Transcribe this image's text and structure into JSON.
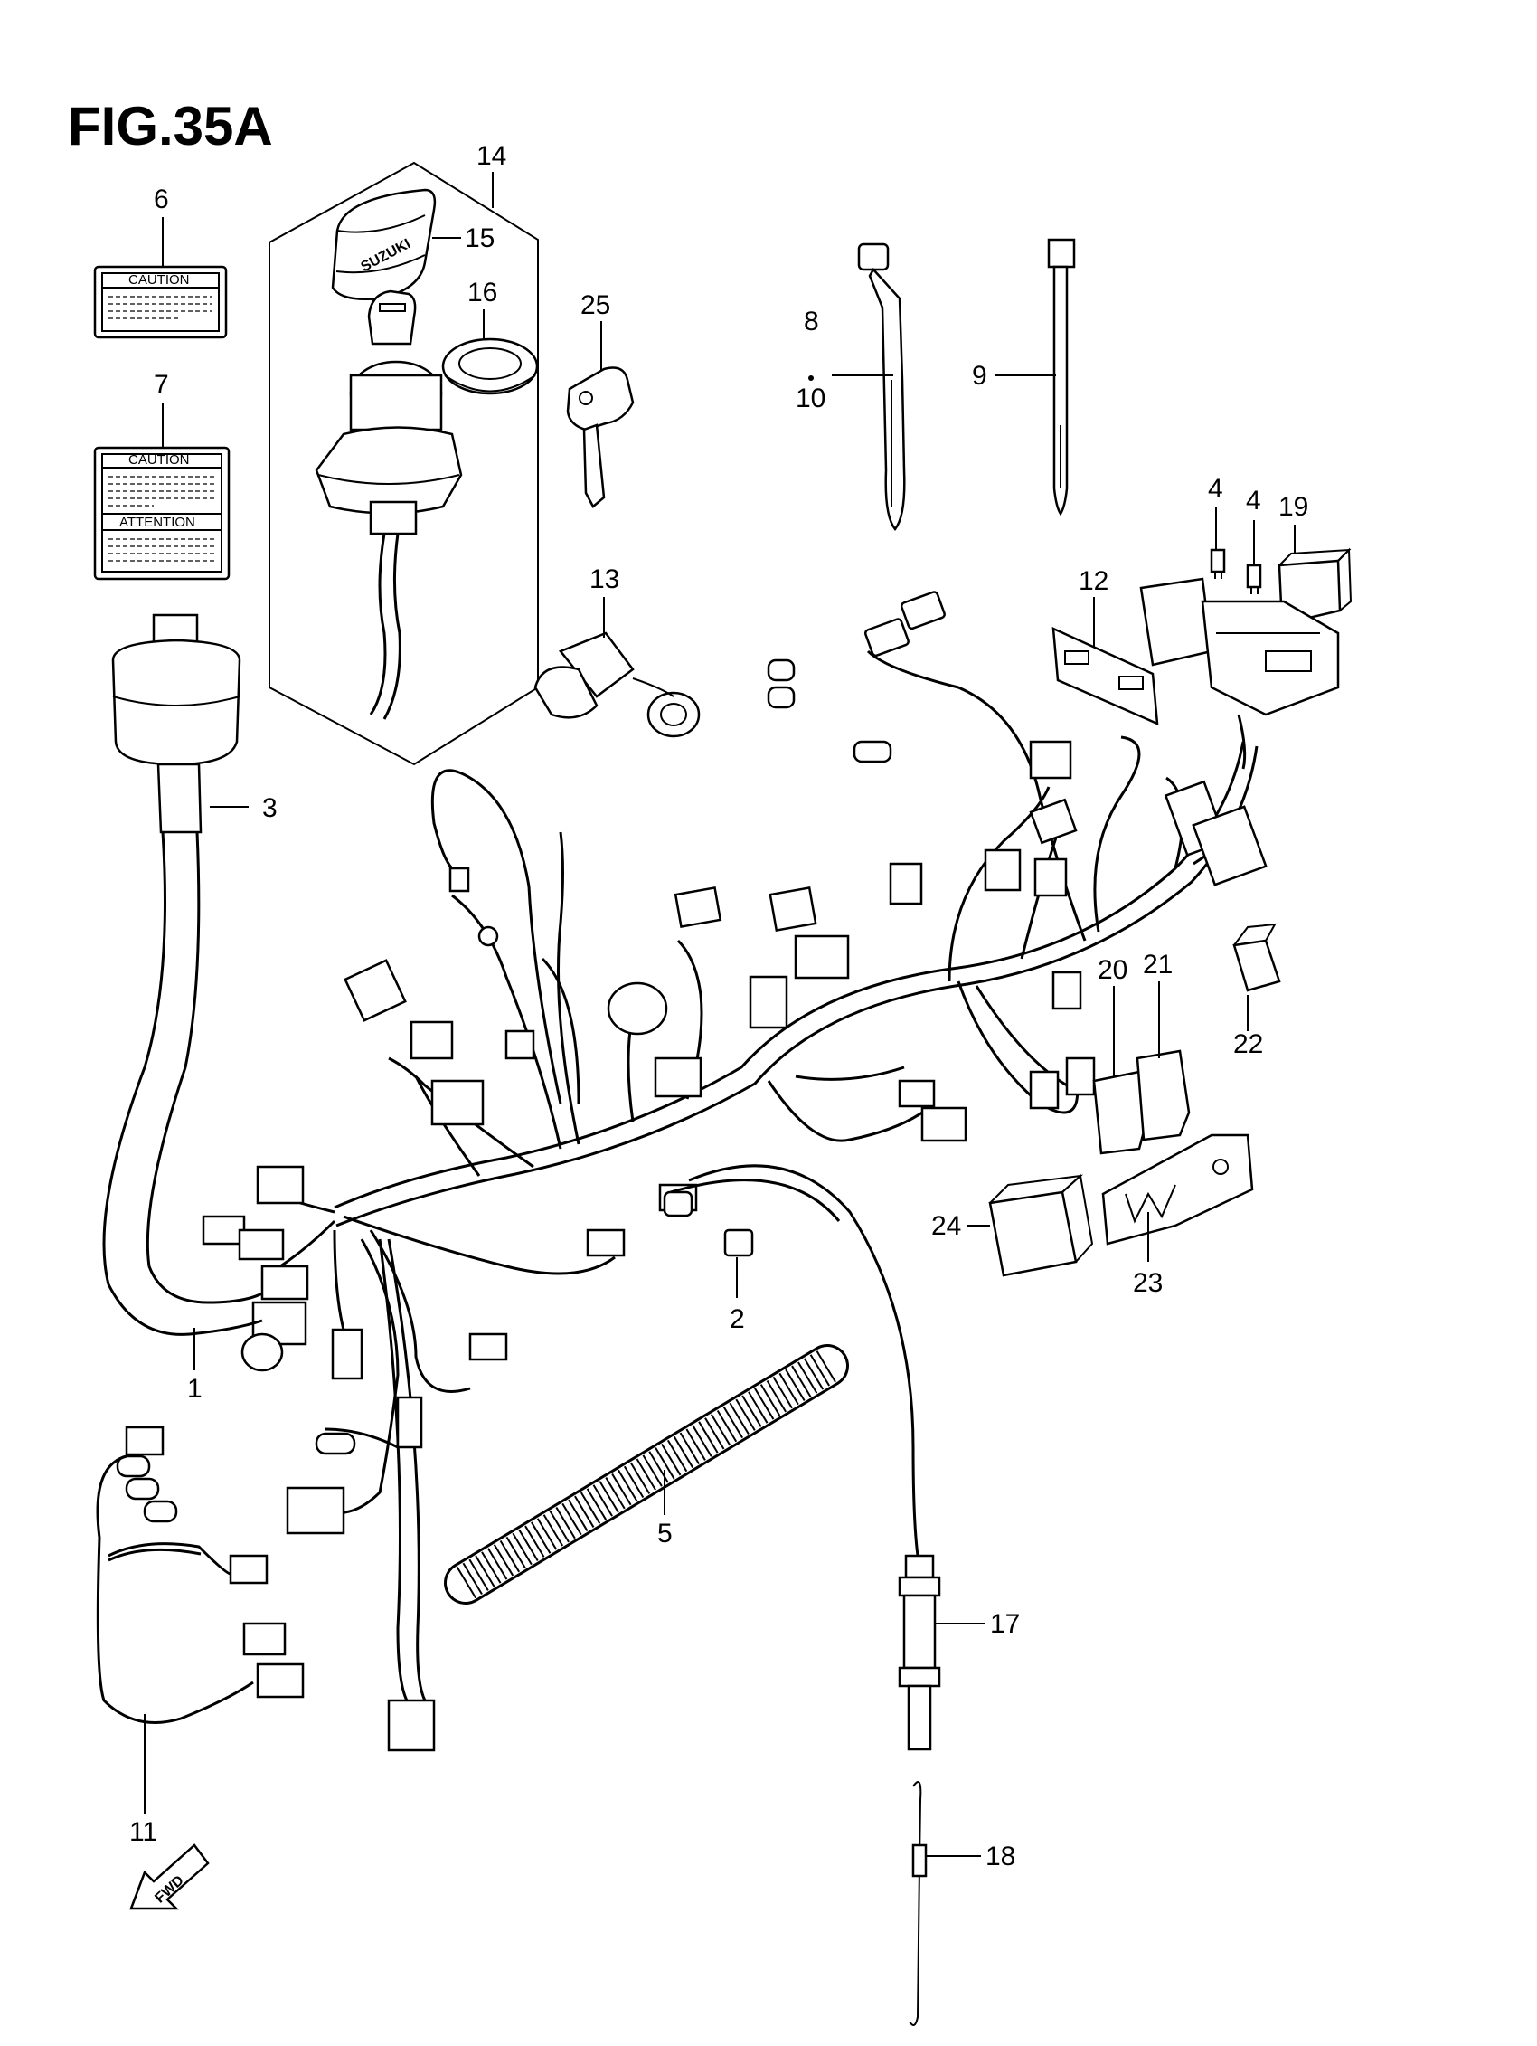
{
  "figure": {
    "title": "FIG.35A"
  },
  "labels": {
    "caution_1": "CAUTION",
    "caution_2": "CAUTION",
    "attention": "ATTENTION",
    "key_brand": "SUZUKI",
    "fwd": "FWD"
  },
  "callouts": [
    {
      "id": "c1",
      "text": "1"
    },
    {
      "id": "c2",
      "text": "2"
    },
    {
      "id": "c3",
      "text": "3"
    },
    {
      "id": "c4a",
      "text": "4"
    },
    {
      "id": "c4b",
      "text": "4"
    },
    {
      "id": "c5",
      "text": "5"
    },
    {
      "id": "c6",
      "text": "6"
    },
    {
      "id": "c7",
      "text": "7"
    },
    {
      "id": "c8",
      "text": "8"
    },
    {
      "id": "c9",
      "text": "9"
    },
    {
      "id": "c10",
      "text": "10"
    },
    {
      "id": "c11",
      "text": "11"
    },
    {
      "id": "c12",
      "text": "12"
    },
    {
      "id": "c13",
      "text": "13"
    },
    {
      "id": "c14",
      "text": "14"
    },
    {
      "id": "c15",
      "text": "15"
    },
    {
      "id": "c16",
      "text": "16"
    },
    {
      "id": "c17",
      "text": "17"
    },
    {
      "id": "c18",
      "text": "18"
    },
    {
      "id": "c19",
      "text": "19"
    },
    {
      "id": "c20",
      "text": "20"
    },
    {
      "id": "c21",
      "text": "21"
    },
    {
      "id": "c22",
      "text": "22"
    },
    {
      "id": "c23",
      "text": "23"
    },
    {
      "id": "c24",
      "text": "24"
    },
    {
      "id": "c25",
      "text": "25"
    }
  ],
  "colors": {
    "ink": "#000000",
    "paper": "#ffffff"
  }
}
